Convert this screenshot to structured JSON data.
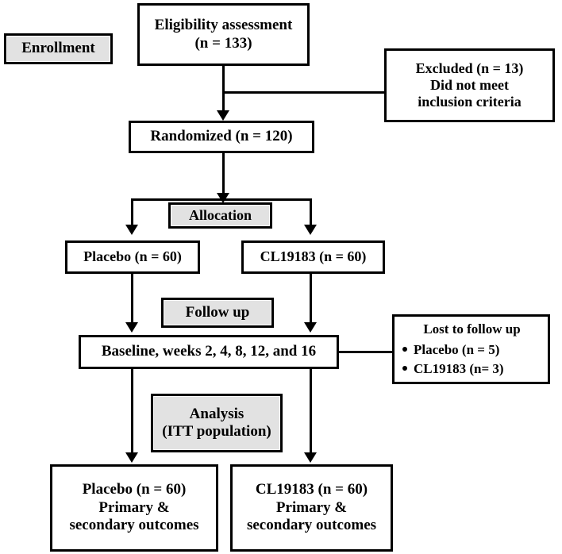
{
  "diagram": {
    "title": "CONSORT participant flow diagram",
    "colors": {
      "stroke": "#000000",
      "box_fill": "#ffffff",
      "stage_fill": "#e2e2e2"
    }
  },
  "stages": {
    "enrollment": "Enrollment",
    "allocation": "Allocation",
    "followup": "Follow up",
    "analysis_line1": "Analysis",
    "analysis_line2": "(ITT population)"
  },
  "nodes": {
    "eligibility": {
      "line1": "Eligibility assessment",
      "line2": "(n = 133)"
    },
    "excluded": {
      "line1": "Excluded (n = 13)",
      "line2": "Did not meet",
      "line3": "inclusion criteria"
    },
    "randomized": {
      "line1": "Randomized (n = 120)"
    },
    "alloc_placebo": {
      "line1": "Placebo (n = 60)"
    },
    "alloc_drug": {
      "line1": "CL19183 (n = 60)"
    },
    "baseline": {
      "line1": "Baseline, weeks 2, 4, 8, 12, and 16"
    },
    "lost": {
      "header": "Lost to follow up",
      "item1": "Placebo (n = 5)",
      "item2": "CL19183 (n= 3)"
    },
    "outcome_placebo": {
      "line1": "Placebo (n = 60)",
      "line2": "Primary &",
      "line3": "secondary outcomes"
    },
    "outcome_drug": {
      "line1": "CL19183 (n = 60)",
      "line2": "Primary &",
      "line3": "secondary outcomes"
    }
  }
}
